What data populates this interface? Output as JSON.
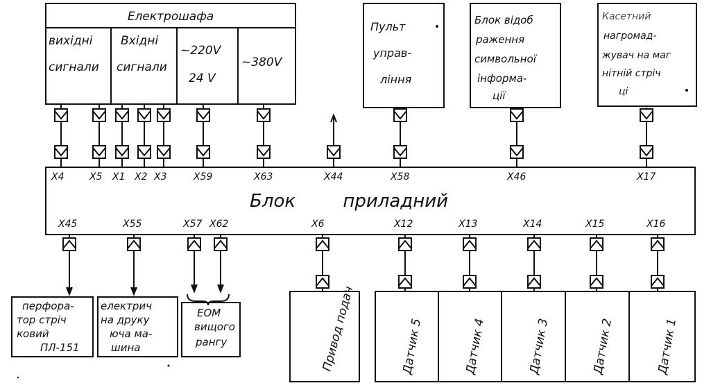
{
  "cabinet": {
    "title": "Електрошафа",
    "cells": [
      {
        "lines": [
          "вихідні",
          "сигнали"
        ]
      },
      {
        "lines": [
          "Вхідні",
          "сигнали"
        ]
      },
      {
        "lines": [
          "~220V",
          "24 V"
        ]
      },
      {
        "lines": [
          "~380V"
        ]
      }
    ]
  },
  "top_devices": [
    {
      "id": "console",
      "lines": [
        "Пульт",
        "управ-",
        "ління"
      ]
    },
    {
      "id": "display",
      "lines": [
        "Блок відоб",
        "раження",
        "символьної",
        "інформа-",
        "ції"
      ]
    },
    {
      "id": "tape",
      "lines": [
        "Касетний",
        "нагромад-",
        "жувач на маг",
        "нітній стріч",
        "ці"
      ]
    }
  ],
  "main_block": {
    "label": "Блок приладний",
    "top_connectors": [
      "X4",
      "X5",
      "X1",
      "X2",
      "X3",
      "X59",
      "X63",
      "X44",
      "X58",
      "X46",
      "X17"
    ],
    "bottom_connectors": [
      "X45",
      "X55",
      "X57",
      "X62",
      "X6",
      "X12",
      "X13",
      "X14",
      "X15",
      "X16"
    ]
  },
  "bottom_devices": {
    "perforator": [
      "перфора-",
      "тор стріч",
      "ковий",
      "ПЛ-151"
    ],
    "printer": [
      "електрич",
      "на друку",
      "юча ма-",
      "шина"
    ],
    "computer": [
      "ЕОМ",
      "вищого",
      "рангу"
    ],
    "drive": "Привод подач",
    "sensors": [
      "Датчик 5",
      "Датчик 4",
      "Датчик 3",
      "Датчик 2",
      "Датчик 1"
    ]
  }
}
